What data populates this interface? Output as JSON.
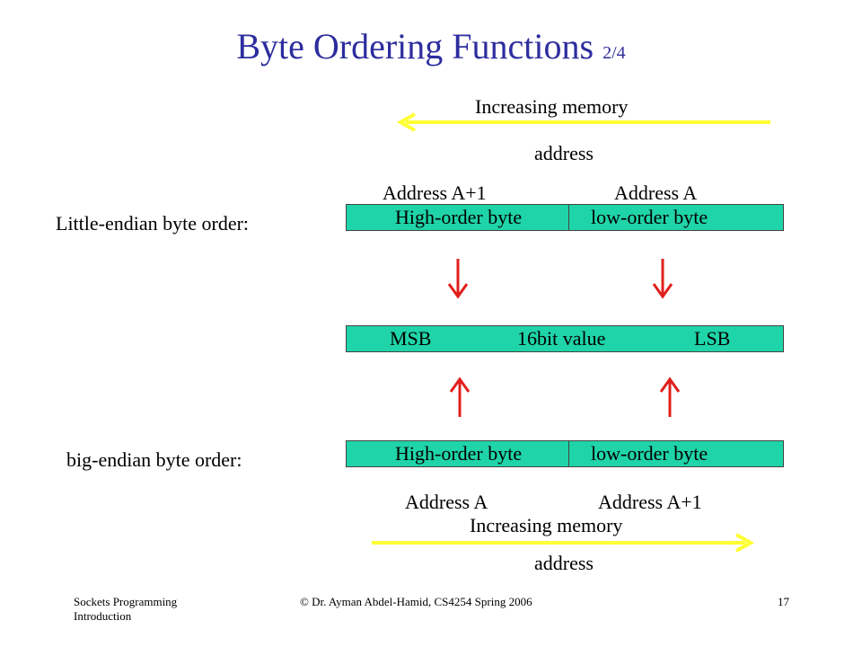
{
  "title": {
    "main": "Byte Ordering Functions",
    "page": "2/4"
  },
  "top_axis": {
    "line1": "Increasing memory",
    "line2": "address",
    "arrow_color": "#ffff33"
  },
  "little_endian": {
    "row_label": "Little-endian byte order:",
    "addr_left": "Address A+1",
    "addr_right": "Address A",
    "cell_left": "High-order byte",
    "cell_right": "low-order byte"
  },
  "value_box": {
    "msb": "MSB",
    "center": "16bit value",
    "lsb": "LSB"
  },
  "big_endian": {
    "row_label": "big-endian byte order:",
    "cell_left": "High-order byte",
    "cell_right": "low-order byte",
    "addr_left": "Address A",
    "addr_right": "Address A+1"
  },
  "bottom_axis": {
    "line1": "Increasing memory",
    "line2": "address",
    "arrow_color": "#ffff33"
  },
  "colors": {
    "box_fill": "#1fd4a8",
    "mapping_arrow": "#e0201c",
    "title": "#2d2d9f"
  },
  "footer": {
    "left_line1": "Sockets Programming",
    "left_line2": "Introduction",
    "center": "© Dr. Ayman Abdel-Hamid, CS4254 Spring 2006",
    "page_number": "17"
  }
}
